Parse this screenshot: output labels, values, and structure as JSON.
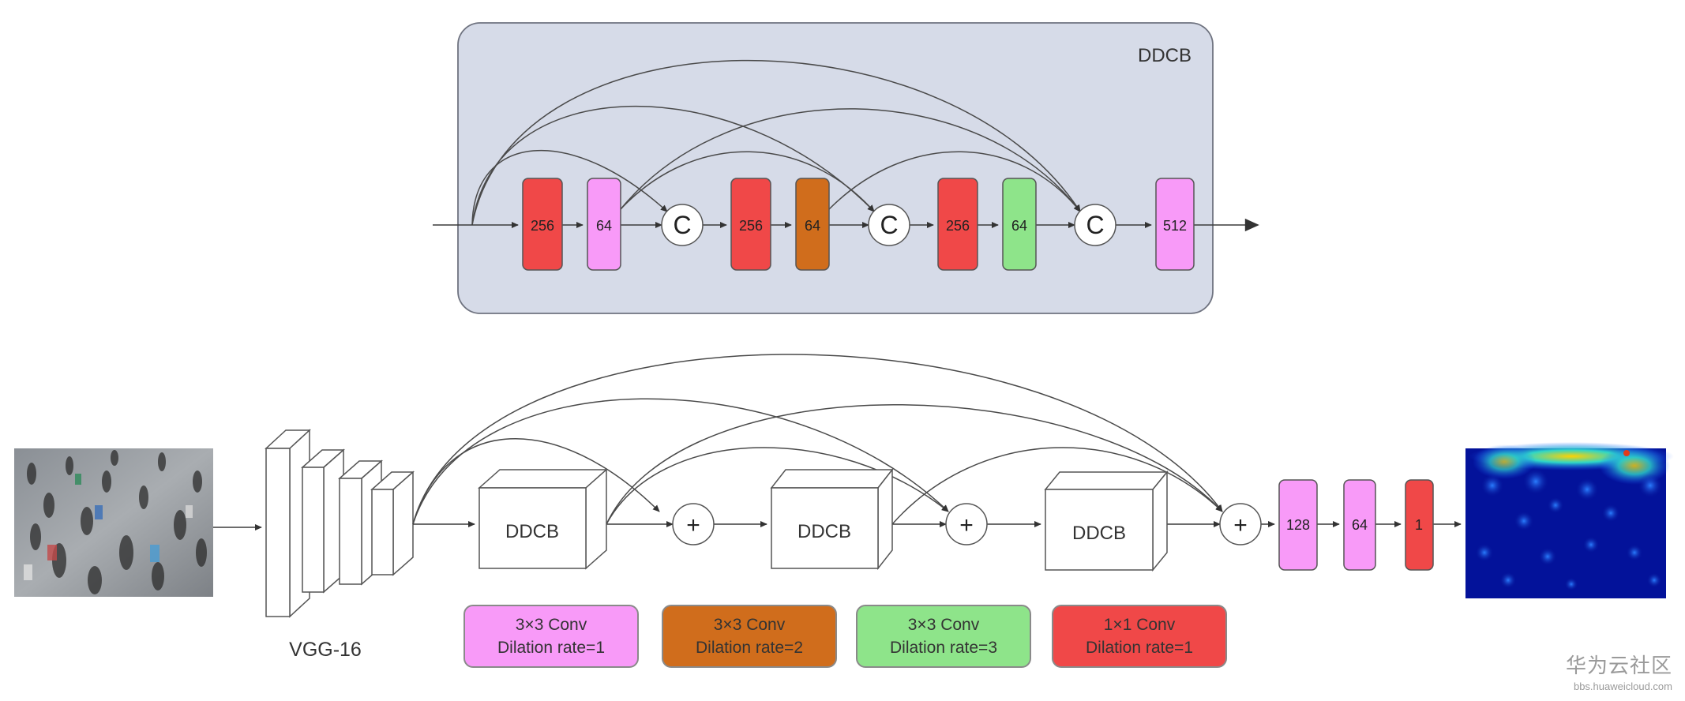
{
  "ddcb_panel": {
    "title": "DDCB"
  },
  "ddcb_inner": {
    "blocks": [
      {
        "label": "256",
        "color": "#f04848"
      },
      {
        "label": "64",
        "color": "#f89af8"
      },
      {
        "label": "C"
      },
      {
        "label": "256",
        "color": "#f04848"
      },
      {
        "label": "64",
        "color": "#d06d1c"
      },
      {
        "label": "C"
      },
      {
        "label": "256",
        "color": "#f04848"
      },
      {
        "label": "64",
        "color": "#8ee48a"
      },
      {
        "label": "C"
      },
      {
        "label": "512",
        "color": "#f89af8"
      }
    ]
  },
  "main": {
    "backbone_label": "VGG-16",
    "ddcb_blocks": [
      "DDCB",
      "DDCB",
      "DDCB"
    ],
    "add_symbol": "+",
    "head_blocks": [
      {
        "label": "128",
        "color": "#f89af8"
      },
      {
        "label": "64",
        "color": "#f89af8"
      },
      {
        "label": "1",
        "color": "#f04848"
      }
    ]
  },
  "legend": [
    {
      "line1": "3×3 Conv",
      "line2": "Dilation rate=1",
      "color": "#f89af8"
    },
    {
      "line1": "3×3 Conv",
      "line2": "Dilation rate=2",
      "color": "#d06d1c"
    },
    {
      "line1": "3×3 Conv",
      "line2": "Dilation rate=3",
      "color": "#8ee48a"
    },
    {
      "line1": "1×1 Conv",
      "line2": "Dilation rate=1",
      "color": "#f04848"
    }
  ],
  "watermark": {
    "name": "华为云社区",
    "url": "bbs.huaweicloud.com"
  }
}
